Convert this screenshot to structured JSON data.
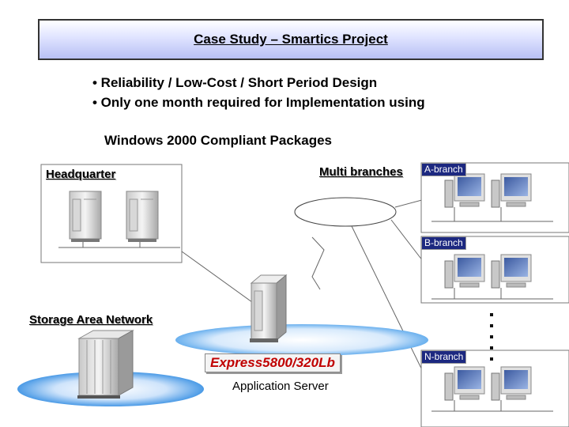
{
  "title": "Case Study – Smartics Project",
  "bullets": [
    "• Reliability / Low-Cost / Short Period Design",
    "• Only one month required for Implementation using"
  ],
  "subtitle": "Windows 2000 Compliant Packages",
  "labels": {
    "headquarter": "Headquarter",
    "multi_branches": "Multi branches",
    "storage_area_network": "Storage Area Network",
    "server_model": "Express5800/320Lb",
    "application_server": "Application Server"
  },
  "branches": [
    "A-branch",
    "B-branch",
    "N-branch"
  ],
  "colors": {
    "title_gradient_end": "#b8c0f4",
    "branch_tag_bg": "#1c2880",
    "server_model_text": "#c00000",
    "network_blue": "#5aa8e8"
  }
}
